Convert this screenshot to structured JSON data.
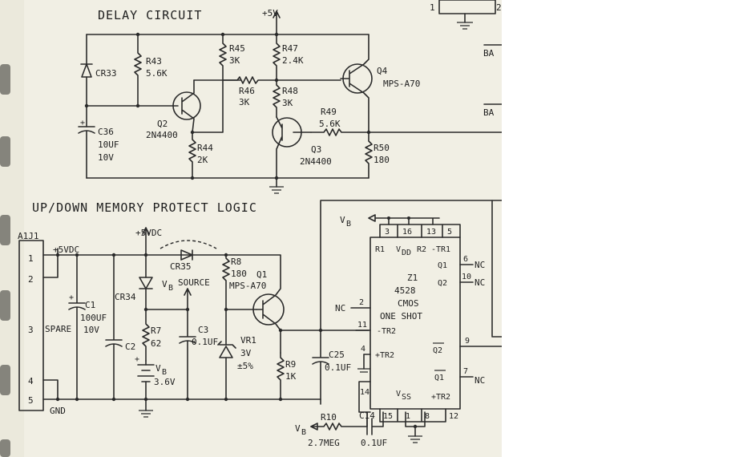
{
  "delay": {
    "title": "DELAY CIRCUIT",
    "supply": "+5V",
    "cr33": "CR33",
    "r43": "R43",
    "r43_val": "5.6K",
    "c36": "C36",
    "c36_v1": "10UF",
    "c36_v2": "10V",
    "q2": "Q2",
    "q2_part": "2N4400",
    "r44": "R44",
    "r44_val": "2K",
    "r45": "R45",
    "r45_val": "3K",
    "r46": "R46",
    "r46_val": "3K",
    "r47": "R47",
    "r47_val": "2.4K",
    "r48": "R48",
    "r48_val": "3K",
    "q4": "Q4",
    "q4_part": "MPS-A70",
    "r49": "R49",
    "r49_val": "5.6K",
    "q3": "Q3",
    "q3_part": "2N4400",
    "r50": "R50",
    "r50_val": "180"
  },
  "upper_right": {
    "pin1": "1",
    "pin2": "2",
    "ba1": "BA",
    "ba2": "BA"
  },
  "memory": {
    "title": "UP/DOWN MEMORY PROTECT LOGIC",
    "connector": "A1J1",
    "supply_left": "+5VDC",
    "supply_top": "+5VDC",
    "pins": [
      "1",
      "2",
      "3",
      "4",
      "5"
    ],
    "spare": "SPARE",
    "gnd": "GND",
    "c1": "C1",
    "c1_v1": "100UF",
    "c1_v2": "10V",
    "c2": "C2",
    "cr34": "CR34",
    "cr35": "CR35",
    "vb_source": "SOURCE",
    "r7": "R7",
    "r7_val": "62",
    "vb": "V",
    "vb_sub": "B",
    "vb_val": "3.6V",
    "c3": "C3",
    "c3_val": "0.1UF",
    "r8": "R8",
    "r8_val": "180",
    "q1": "Q1",
    "q1_part": "MPS-A70",
    "vr1": "VR1",
    "vr1_v": "3V",
    "vr1_tol": "±5%",
    "r9": "R9",
    "r9_val": "1K",
    "c25": "C25",
    "c25_val": "0.1UF",
    "r10": "R10",
    "r10_val": "2.7MEG",
    "c14": "C14",
    "c14_val": "0.1UF"
  },
  "ic": {
    "ref": "Z1",
    "part": "4528",
    "tech": "CMOS",
    "desc": "ONE SHOT",
    "labels": {
      "r1": "R1",
      "vdd": "V",
      "vdd_sub": "DD",
      "r2": "R2",
      "tr1": "-TR1",
      "q1": "Q1",
      "q2": "Q2",
      "tr2n": "-TR2",
      "tr2p": "+TR2",
      "q2b": "Q2",
      "q1b": "Q1",
      "vss": "V",
      "vss_sub": "SS",
      "tr2p_b": "+TR2"
    },
    "pins": {
      "p3": "3",
      "p16": "16",
      "p13": "13",
      "p5": "5",
      "p6": "6",
      "p10": "10",
      "p2": "2",
      "p11": "11",
      "p4": "4",
      "p9": "9",
      "p7": "7",
      "p14": "14",
      "p15": "15",
      "p1": "1",
      "p8": "8",
      "p12": "12"
    },
    "nc": "NC"
  }
}
